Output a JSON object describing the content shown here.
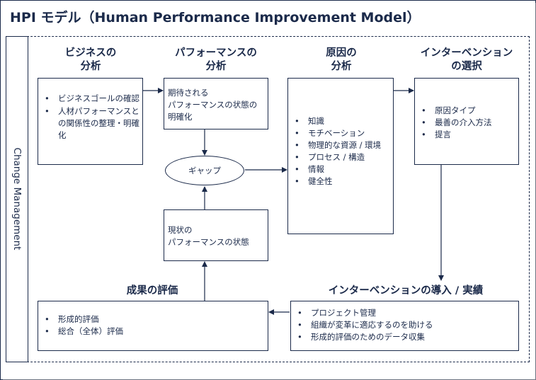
{
  "title": "HPI モデル（Human Performance Improvement Model）",
  "side_label": "Change Management",
  "headings": {
    "business": "ビジネスの\n分析",
    "performance": "パフォーマンスの\n分析",
    "cause": "原因の\n分析",
    "intervention": "インターベンション\nの選択",
    "evaluation": "成果の評価",
    "implementation": "インターベンションの導入 / 実績"
  },
  "business_items": [
    "ビジネスゴールの確認",
    "人材パフォーマンスとの関係性の整理・明確化"
  ],
  "expected_state": "期待される\nパフォーマンスの状態の\n明確化",
  "gap_label": "ギャップ",
  "current_state": "現状の\nパフォーマンスの状態",
  "cause_items": [
    "知識",
    "モチベーション",
    "物理的な資源 / 環境",
    "プロセス / 構造",
    "情報",
    "健全性"
  ],
  "intervention_items": [
    "原因タイプ",
    "最善の介入方法",
    "提言"
  ],
  "evaluation_items": [
    "形成的評価",
    "総合（全体）評価"
  ],
  "implementation_items": [
    "プロジェクト管理",
    "組織が変革に適応するのを助ける",
    "形成的評価のためのデータ収集"
  ]
}
